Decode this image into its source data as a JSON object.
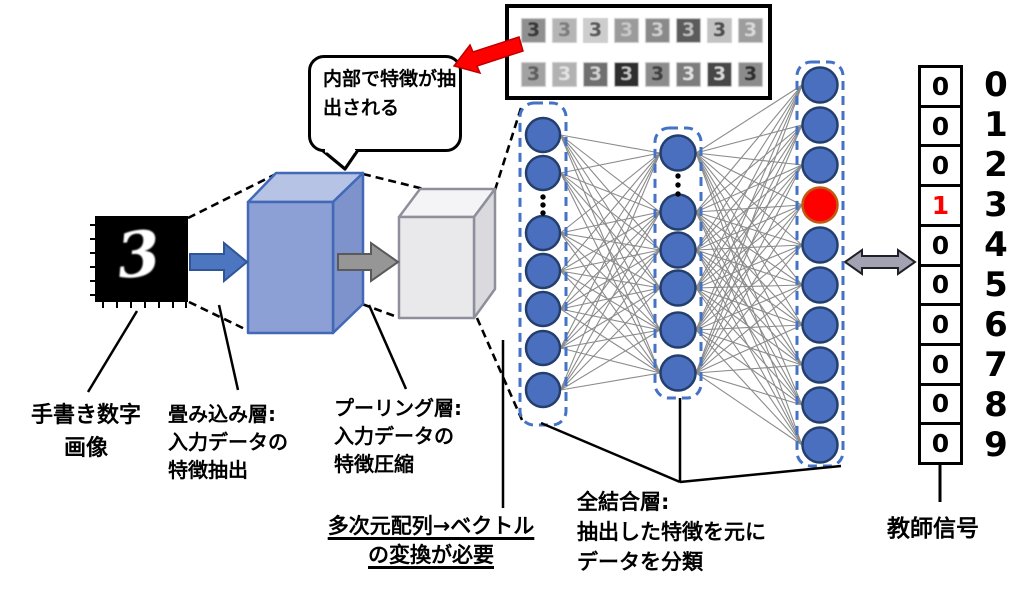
{
  "background": "#ffffff",
  "colors": {
    "red": "#ff0000",
    "red_dark": "#c00000",
    "node_fill": "#4a6fbe",
    "node_stroke": "#243f6e",
    "red_node_stroke": "#c05a11",
    "layer_dash": "#4472c4",
    "connection": "#7f7f7f",
    "conv_front": "#8da0d6",
    "conv_top": "#b6c3e4",
    "conv_side": "#7e93cc",
    "conv_border": "#4169b8",
    "pool_front": "#e9e9ec",
    "pool_top": "#f4f4f6",
    "pool_side": "#d9d9de",
    "pool_border": "#8f8f9c",
    "blue_arrow_fill": "#4d76c1",
    "blue_arrow_stroke": "#2f5597",
    "gray_arrow_fill": "#969696",
    "gray_arrow_stroke": "#5a5a5a",
    "double_arrow_fill": "#a2a2b2",
    "double_arrow_stroke": "#202028",
    "black": "#000000"
  },
  "input_image": {
    "glyph": "3"
  },
  "bubble": {
    "lines": [
      "内部で特徴",
      "が抽出され",
      "る"
    ]
  },
  "feature_strip": {
    "glyph": "3",
    "tiles": [
      {
        "bg": "#8f8f8f",
        "fg": "#3a3a3a"
      },
      {
        "bg": "#b5b5b5",
        "fg": "#7d7d7d"
      },
      {
        "bg": "#cdcdcd",
        "fg": "#5a5a5a"
      },
      {
        "bg": "#9b9b9b",
        "fg": "#c8c8c8"
      },
      {
        "bg": "#8a8a8a",
        "fg": "#cfcfcf"
      },
      {
        "bg": "#5c5c5c",
        "fg": "#bdbdbd"
      },
      {
        "bg": "#c2c2c2",
        "fg": "#4f4f4f"
      },
      {
        "bg": "#9d9d9d",
        "fg": "#d8d8d8"
      },
      {
        "bg": "#a2a2a2",
        "fg": "#5f5f5f"
      },
      {
        "bg": "#b2b2b2",
        "fg": "#e2e2e2"
      },
      {
        "bg": "#6f6f6f",
        "fg": "#cfcfcf"
      },
      {
        "bg": "#2e2e2e",
        "fg": "#bfbfbf"
      },
      {
        "bg": "#8c8c8c",
        "fg": "#404040"
      },
      {
        "bg": "#7d7d7d",
        "fg": "#e0e0e0"
      },
      {
        "bg": "#474747",
        "fg": "#d6d6d6"
      },
      {
        "bg": "#8c8c8c",
        "fg": "#2f2f2f"
      }
    ]
  },
  "network": {
    "layers": [
      {
        "name": "input-vector",
        "visible_nodes": 7,
        "ellipsis": true
      },
      {
        "name": "hidden",
        "visible_nodes": 6,
        "ellipsis": true
      },
      {
        "name": "output",
        "visible_nodes": 10,
        "ellipsis": false
      }
    ],
    "red_node_layer": 2,
    "red_node_index": 3
  },
  "teacher_signal": {
    "values": [
      "0",
      "0",
      "0",
      "1",
      "0",
      "0",
      "0",
      "0",
      "0",
      "0"
    ],
    "highlight_index": 3,
    "class_labels": [
      "0",
      "1",
      "2",
      "3",
      "4",
      "5",
      "6",
      "7",
      "8",
      "9"
    ],
    "caption": "教師信号"
  },
  "labels": {
    "input": [
      "手書き数字",
      "画像"
    ],
    "conv": [
      "畳み込み層:",
      "入力データの",
      "特徴抽出"
    ],
    "pool": [
      "プーリング層:",
      "入力データの",
      "特徴圧縮"
    ],
    "flatten": [
      "多次元配列→ベクトル",
      "の変換が必要"
    ],
    "fc": [
      "全結合層:",
      "抽出した特徴を元に",
      "データを分類"
    ]
  },
  "icons": {
    "red_arrow": "thick-arrow-pointing-down-left",
    "blue_arrow": "right-arrow",
    "gray_arrow": "right-arrow",
    "double_arrow": "left-right-double-arrow"
  }
}
